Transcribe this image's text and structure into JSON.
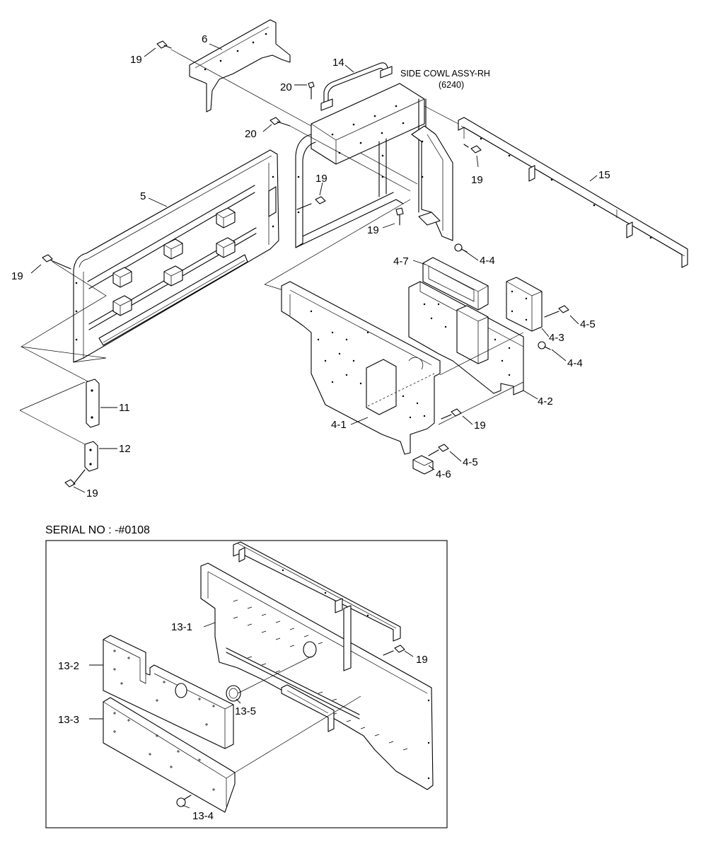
{
  "assembly": {
    "title": "SIDE COWL ASSY-RH",
    "code": "(6240)"
  },
  "inset": {
    "serial_label": "SERIAL NO : -#0108"
  },
  "callouts": {
    "c6": "6",
    "c19_a": "19",
    "c14": "14",
    "c20_a": "20",
    "c20_b": "20",
    "c19_b": "19",
    "c19_c": "19",
    "c15": "15",
    "c5": "5",
    "c19_d": "19",
    "c19_e": "19",
    "c4_7": "4-7",
    "c4_4_a": "4-4",
    "c4_5_a": "4-5",
    "c4_3": "4-3",
    "c4_4_b": "4-4",
    "c4_2": "4-2",
    "c11": "11",
    "c12": "12",
    "c19_f": "19",
    "c4_1": "4-1",
    "c19_g": "19",
    "c4_5_b": "4-5",
    "c4_6": "4-6",
    "c13_1": "13-1",
    "c19_h": "19",
    "c13_2": "13-2",
    "c13_3": "13-3",
    "c13_5": "13-5",
    "c13_4": "13-4"
  }
}
